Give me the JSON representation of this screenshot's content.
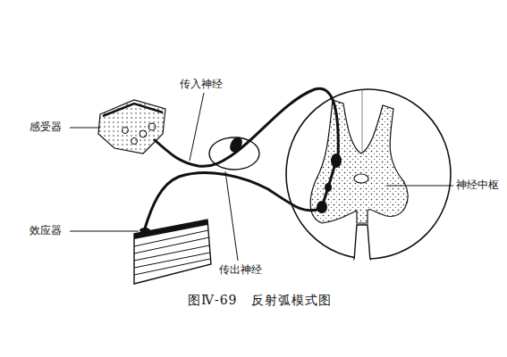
{
  "diagram": {
    "caption": "图Ⅳ-69　反射弧模式图",
    "labels": [
      "感受器",
      "传入神经",
      "神经中枢",
      "效应器",
      "传出神经"
    ]
  }
}
